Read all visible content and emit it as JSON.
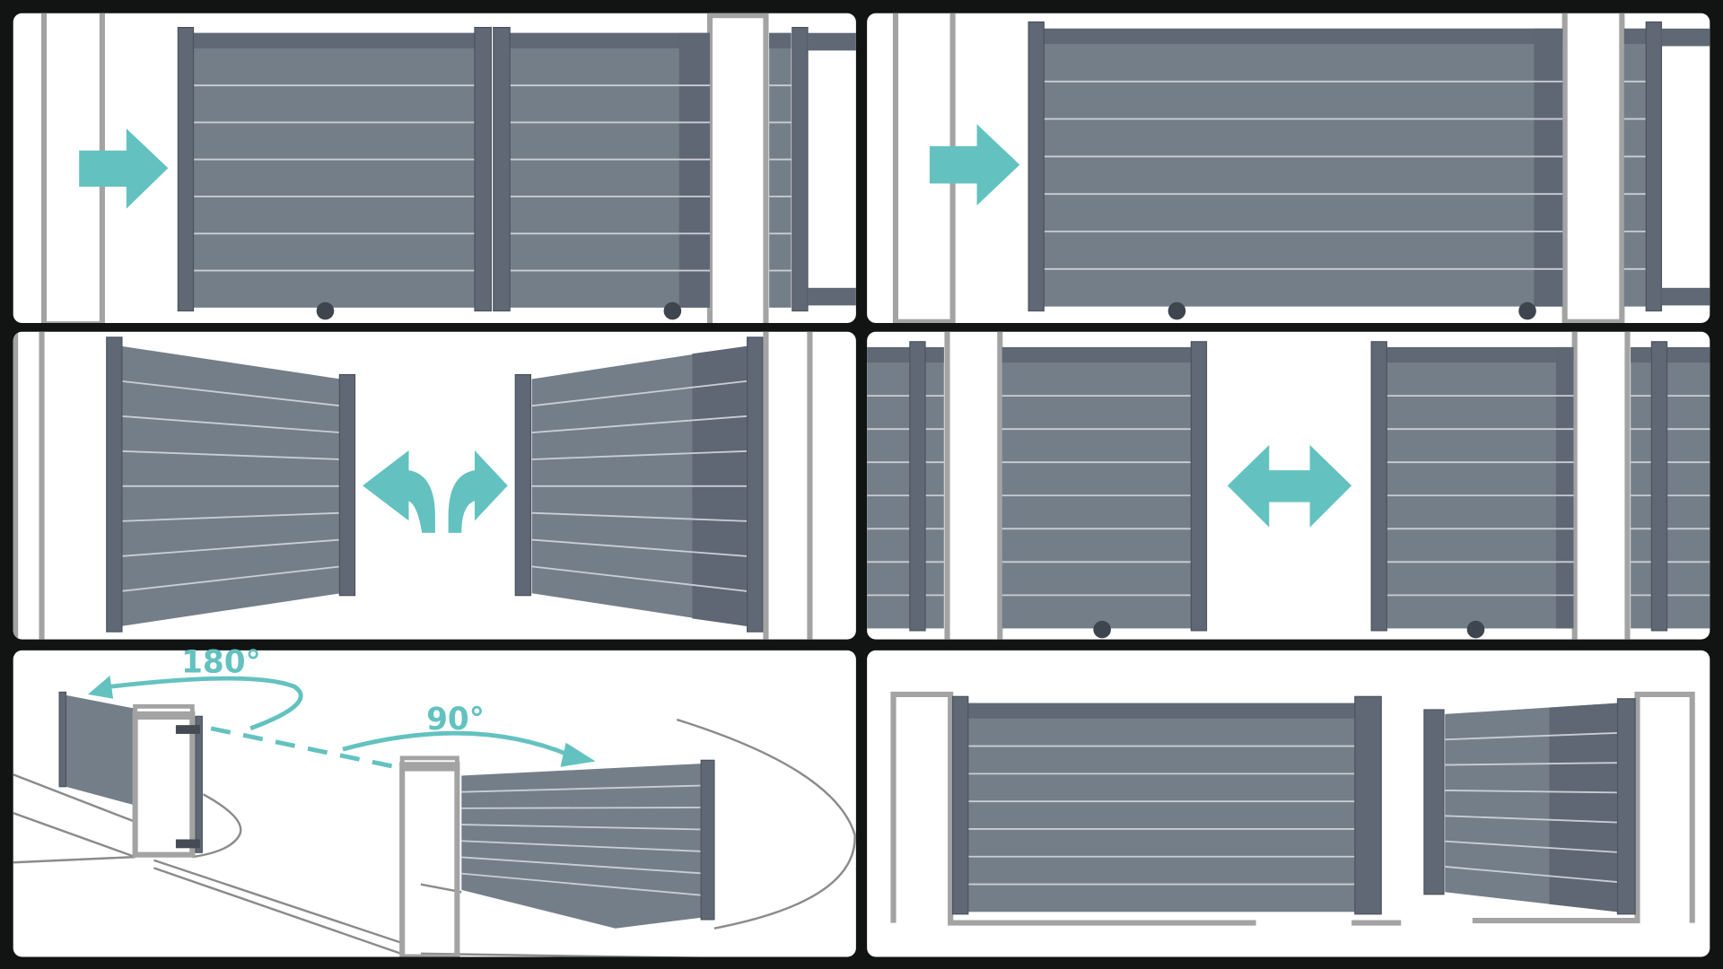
{
  "colors": {
    "background": "#111412",
    "panel": "#ffffff",
    "gate": "#747e89",
    "gate_dark": "#5e6773",
    "frame": "#5f6874",
    "post": "#a3a3a3",
    "accent": "#63c2c0"
  },
  "panels": [
    {
      "type": "sliding-two-leaf",
      "icon": "arrow-right-icon"
    },
    {
      "type": "sliding-single-leaf",
      "icon": "arrow-right-icon"
    },
    {
      "type": "swing-double-leaf",
      "icon": "curved-double-arrow-icon"
    },
    {
      "type": "sliding-bi-parting",
      "icon": "double-arrow-icon"
    },
    {
      "type": "swing-angles",
      "labels": {
        "angle_large": "180°",
        "angle_small": "90°"
      }
    },
    {
      "type": "mixed-swing-sliding"
    }
  ]
}
